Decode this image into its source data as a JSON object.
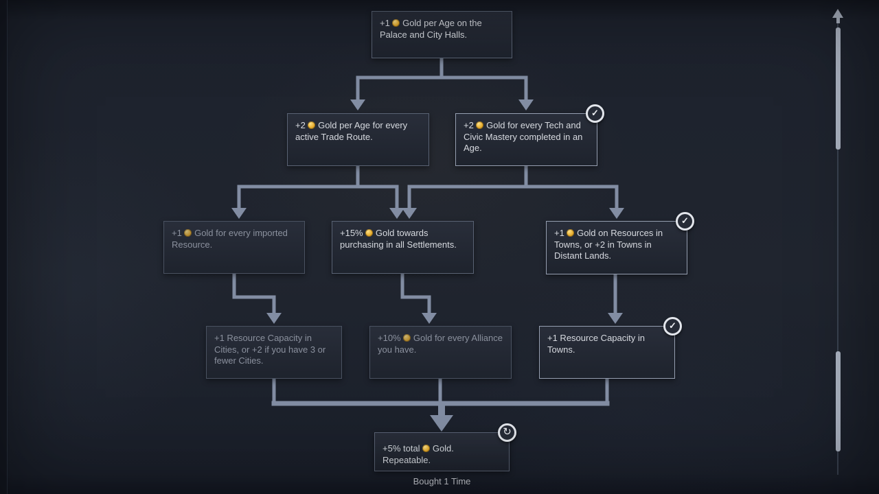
{
  "tree": {
    "nodes": [
      {
        "id": "palace-gold",
        "prefix": "+1",
        "coin": true,
        "suffix": "Gold per Age on the Palace and City Halls.",
        "state": "available"
      },
      {
        "id": "trade-route-gold",
        "prefix": "+2",
        "coin": true,
        "suffix": "Gold per Age for every active Trade Route.",
        "state": "available"
      },
      {
        "id": "mastery-gold",
        "prefix": "+2",
        "coin": true,
        "suffix": "Gold for every Tech and Civic Mastery completed in an Age.",
        "state": "completed"
      },
      {
        "id": "imported-resource-gold",
        "prefix": "+1",
        "coin": true,
        "suffix": "Gold for every imported Resource.",
        "state": "locked"
      },
      {
        "id": "settlement-purchase",
        "prefix": "+15%",
        "coin": true,
        "suffix": "Gold towards purchasing in all Settlements.",
        "state": "available"
      },
      {
        "id": "town-resource-gold",
        "prefix": "+1",
        "coin": true,
        "suffix": "Gold on Resources in Towns, or +2 in Towns in Distant Lands.",
        "state": "completed"
      },
      {
        "id": "city-resource-capacity",
        "prefix": "",
        "coin": false,
        "suffix": "+1 Resource Capacity in Cities, or +2 if you have 3 or fewer Cities.",
        "state": "locked"
      },
      {
        "id": "alliance-gold",
        "prefix": "+10%",
        "coin": true,
        "suffix": "Gold for every Alliance you have.",
        "state": "locked"
      },
      {
        "id": "town-resource-capacity",
        "prefix": "",
        "coin": false,
        "suffix": "+1 Resource Capacity in Towns.",
        "state": "completed"
      },
      {
        "id": "repeatable-total-gold",
        "prefix": "+5% total",
        "coin": true,
        "suffix": "Gold. Repeatable.",
        "state": "available"
      }
    ],
    "footer_label": "Bought 1 Time"
  },
  "icons": {
    "check": "✓",
    "repeat": "↻",
    "coin": "gold-coin"
  },
  "colors": {
    "connector": "#828da3",
    "node_border": "#5a6374",
    "completed_border": "#97a0b2",
    "coin_gold": "#e7ad2e",
    "scrollbar_thumb": "#aeb6c5",
    "background": "#1d222d"
  }
}
